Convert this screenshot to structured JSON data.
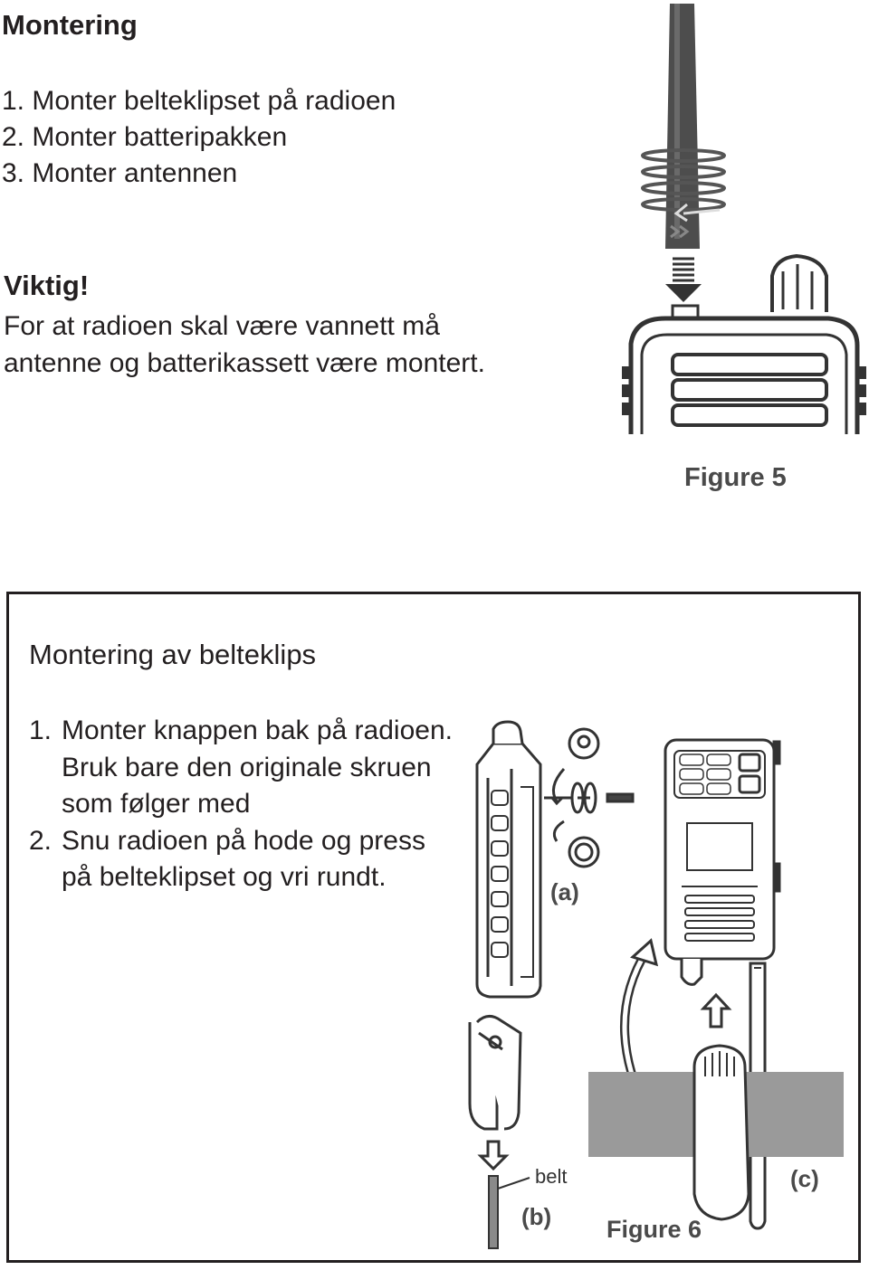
{
  "section": {
    "title": "Montering",
    "steps": [
      "1. Monter belteklipset på radioen",
      "2. Monter batteripakken",
      "3. Monter antennen"
    ]
  },
  "important": {
    "heading": "Viktig!",
    "text": "For at radioen skal være vannett må antenne og batterikassett være montert."
  },
  "figure5": {
    "caption": "Figure 5"
  },
  "belt_clip_box": {
    "title": "Montering av belteklips",
    "steps": [
      {
        "num": "1.",
        "text": "Monter knappen bak på radioen. Bruk bare den originale skruen som følger med"
      },
      {
        "num": "2.",
        "text": "Snu radioen på hode og press på belteklipset og vri rundt."
      }
    ]
  },
  "figure6": {
    "caption": "Figure 6",
    "label_a": "(a)",
    "label_b": "(b)",
    "label_c": "(c)",
    "label_belt": "belt"
  },
  "colors": {
    "text": "#231f20",
    "figure_gray": "#4a4a4a",
    "belt_gray": "#9a9a9a"
  }
}
